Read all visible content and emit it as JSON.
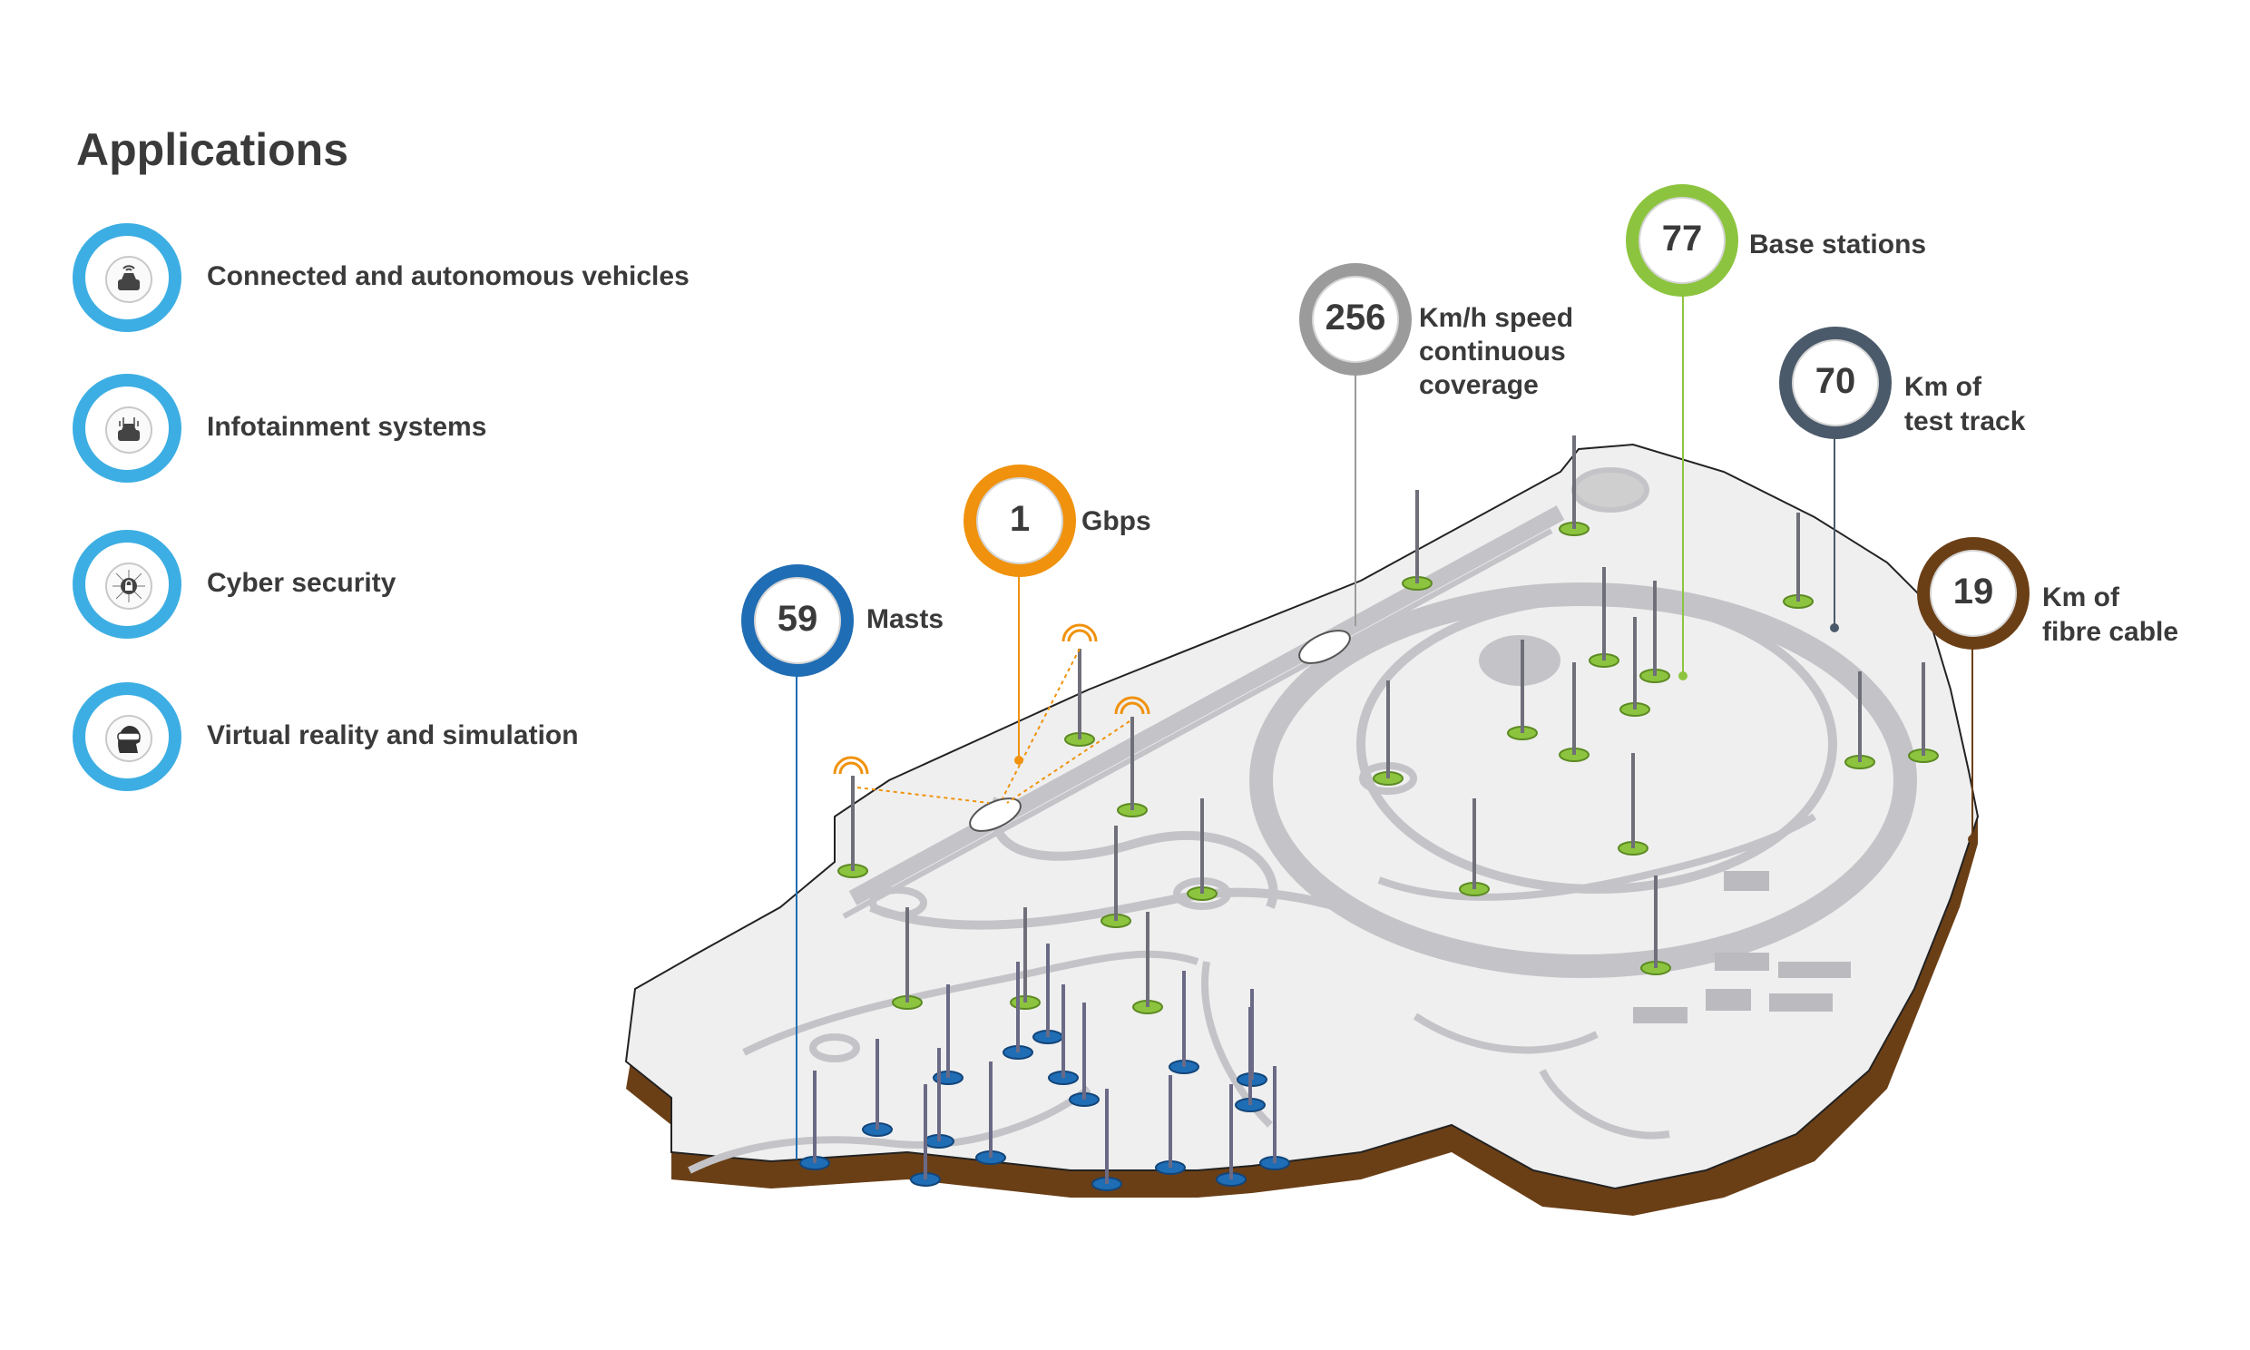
{
  "applications": {
    "title": "Applications",
    "items": [
      {
        "label": "Connected and autonomous vehicles",
        "icon": "car-wifi-icon"
      },
      {
        "label": "Infotainment systems",
        "icon": "car-signal-icon"
      },
      {
        "label": "Cyber security",
        "icon": "lock-network-icon"
      },
      {
        "label": "Virtual reality and simulation",
        "icon": "vr-headset-icon"
      }
    ]
  },
  "stats": {
    "masts": {
      "value": "59",
      "label": "Masts",
      "color": "#1f6db5"
    },
    "gbps": {
      "value": "1",
      "label": "Gbps",
      "color": "#f0920d"
    },
    "speed": {
      "value": "256",
      "label_line1": "Km/h speed",
      "label_line2": "continuous",
      "label_line3": "coverage",
      "color": "#9b9b9b"
    },
    "base": {
      "value": "77",
      "label": "Base stations",
      "color": "#8dc43f"
    },
    "track": {
      "value": "70",
      "label_line1": "Km of",
      "label_line2": "test track",
      "color": "#4b5a6a"
    },
    "fibre": {
      "value": "19",
      "label_line1": "Km of",
      "label_line2": "fibre cable",
      "color": "#6b3f16"
    }
  },
  "colors": {
    "accent_blue": "#3daee3",
    "terrain": "#eeeeee",
    "soil": "#6b3f16",
    "roads": "#c4c4c8"
  }
}
